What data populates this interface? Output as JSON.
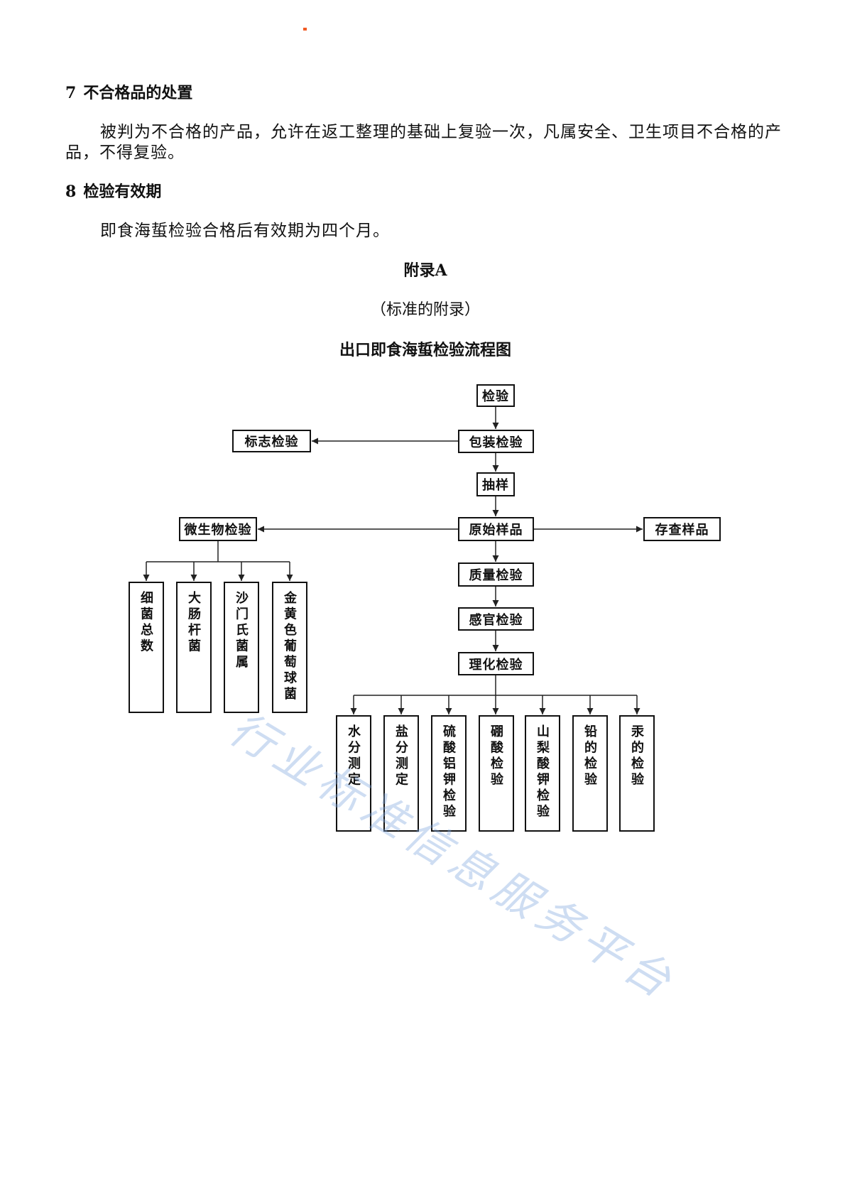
{
  "sections": [
    {
      "number": "7",
      "title": "不合格品的处置",
      "body": "被判为不合格的产品，允许在返工整理的基础上复验一次，凡属安全、卫生项目不合格的产品，不得复验。"
    },
    {
      "number": "8",
      "title": "检验有效期",
      "body": "即食海蜇检验合格后有效期为四个月。"
    }
  ],
  "appendix": {
    "title": "附录A",
    "subtitle": "（标准的附录）",
    "figure_title": "出口即食海蜇检验流程图"
  },
  "flowchart": {
    "main": [
      "检验",
      "包装检验",
      "抽样",
      "原始样品",
      "质量检验",
      "感官检验",
      "理化检验"
    ],
    "marking_check": "标志检验",
    "retained_sample": "存查样品",
    "microbiology": {
      "label": "微生物检验",
      "items": [
        "细菌总数",
        "大肠杆菌",
        "沙门氏菌属",
        "金黄色葡萄球菌"
      ]
    },
    "physicochemical_items": [
      "水分测定",
      "盐分测定",
      "硫酸铝钾检验",
      "硼酸检验",
      "山梨酸钾检验",
      "铅的检验",
      "汞的检验"
    ]
  },
  "watermark": "行业标准信息服务平台",
  "colors": {
    "mark": "#f15a24",
    "watermark": "#7fa8df",
    "line": "#222222"
  }
}
